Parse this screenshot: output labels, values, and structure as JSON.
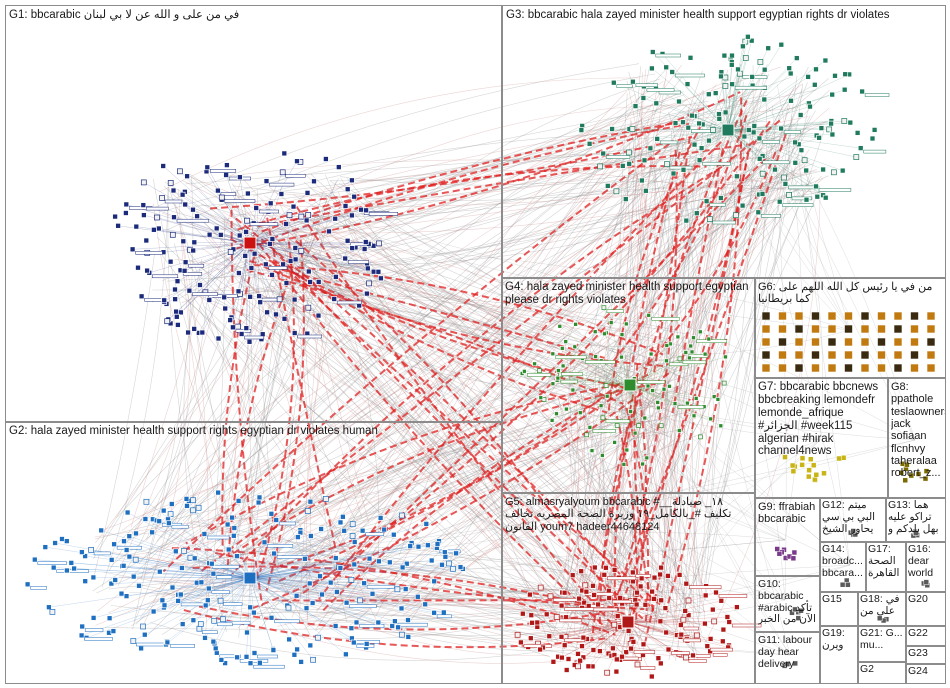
{
  "groups": [
    {
      "id": "G1",
      "label": "G1: bbcarabic في من على و الله عن لا بي لبنان",
      "node_color": "#1b2a7a"
    },
    {
      "id": "G3",
      "label": "G3: bbcarabic hala zayed minister health support egyptian rights dr violates",
      "node_color": "#1f7a5e"
    },
    {
      "id": "G4",
      "label": "G4: hala zayed minister health support egyptian please dr rights violates",
      "node_color": "#2e8b2e"
    },
    {
      "id": "G6",
      "label": "G6: من في يا رئيس كل الله اللهم على كما بريطانيا",
      "node_color": "#c07a10"
    },
    {
      "id": "G7",
      "label": "G7: bbcarabic bbcnews bbcbreaking lemondefr lemonde_afrique #الجزائر #week115 algerian #hirak channel4news",
      "node_color": "#c8b414"
    },
    {
      "id": "G8",
      "label": "G8: ppathole teslaownerssv jack sofiaan flcnhvy taheralaa robert_z...",
      "node_color": "#7a6a00"
    },
    {
      "id": "G2",
      "label": "G2: hala zayed minister health support rights egyptian dr violates human",
      "node_color": "#1f6fc0"
    },
    {
      "id": "G5",
      "label": "G5: almasryalyoum bbcarabic #_١٨_ صيادلة_ تكليف #_بالكامل_١٩ وزيرة الصحة المصريه تخالف القانون youm7 hadeer44648124",
      "node_color": "#b01818"
    },
    {
      "id": "G9",
      "label": "G9: ffrabiah bbcarabic",
      "node_color": "#7a3a8a"
    },
    {
      "id": "G12",
      "label": "G12: ميتم البي بي سي يحاور الشيخ",
      "node_color": "#5a5a5a"
    },
    {
      "id": "G13",
      "label": "G13: هما تراكو عليه بهل بلدكم و",
      "node_color": "#5a5a5a"
    },
    {
      "id": "G10",
      "label": "G10: bbcarabic #arabic تأكد الآن من الخبر",
      "node_color": "#5a5a5a"
    },
    {
      "id": "G14",
      "label": "G14: broadc... bbcara...",
      "node_color": "#5a5a5a"
    },
    {
      "id": "G17",
      "label": "G17: الصحة القاهرة",
      "node_color": "#5a5a5a"
    },
    {
      "id": "G16",
      "label": "G16: dear world",
      "node_color": "#5a5a5a"
    },
    {
      "id": "G15",
      "label": "G15",
      "node_color": "#5a5a5a"
    },
    {
      "id": "G18",
      "label": "G18: في على من",
      "node_color": "#5a5a5a"
    },
    {
      "id": "G20",
      "label": "G20",
      "node_color": "#5a5a5a"
    },
    {
      "id": "G11",
      "label": "G11: labour day hear delivery",
      "node_color": "#5a5a5a"
    },
    {
      "id": "G19",
      "label": "G19: ويرن",
      "node_color": "#5a5a5a"
    },
    {
      "id": "G21",
      "label": "G21: G... mu...",
      "node_color": "#5a5a5a"
    },
    {
      "id": "G22",
      "label": "G22",
      "node_color": "#5a5a5a"
    },
    {
      "id": "G23",
      "label": "G23",
      "node_color": "#5a5a5a"
    },
    {
      "id": "G2b",
      "label": "G2",
      "node_color": "#5a5a5a"
    },
    {
      "id": "G24",
      "label": "G24",
      "node_color": "#5a5a5a"
    }
  ],
  "colors": {
    "edge_intergroup": "#e02020",
    "edge_gray": "#8a8a8a",
    "edge_pink": "#c98080",
    "panel_border": "#8c8c8c"
  }
}
